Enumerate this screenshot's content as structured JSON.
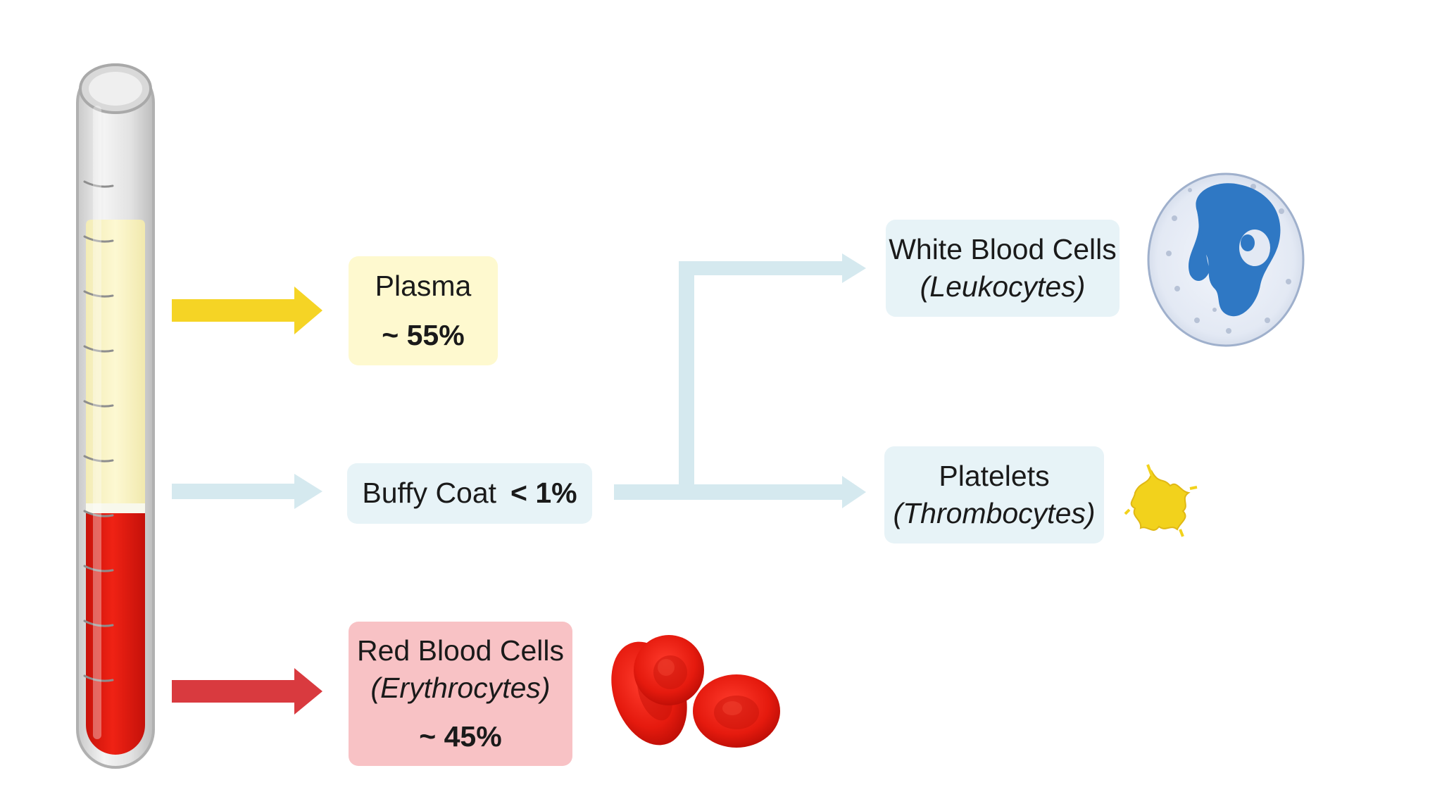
{
  "plasma": {
    "name": "Plasma",
    "percent": "~ 55%"
  },
  "buffy_coat": {
    "name": "Buffy Coat",
    "percent": "< 1%"
  },
  "red_blood_cells": {
    "name": "Red Blood Cells",
    "scientific": "(Erythrocytes)",
    "percent": "~ 45%"
  },
  "white_blood_cells": {
    "name": "White Blood Cells",
    "scientific": "(Leukocytes)"
  },
  "platelets": {
    "name": "Platelets",
    "scientific": "(Thrombocytes)"
  },
  "colors": {
    "plasma_fill": "#fdf6c9",
    "plasma_box": "#fef9cf",
    "plasma_arrow": "#f5d425",
    "buffy_arrow": "#d5e9ef",
    "buffy_box": "#e7f3f7",
    "rbc_fill": "#e0170c",
    "rbc_box": "#f8c2c5",
    "rbc_arrow": "#d93a3f",
    "wbc_nucleus": "#2f78c4",
    "platelet": "#f2d21c"
  }
}
